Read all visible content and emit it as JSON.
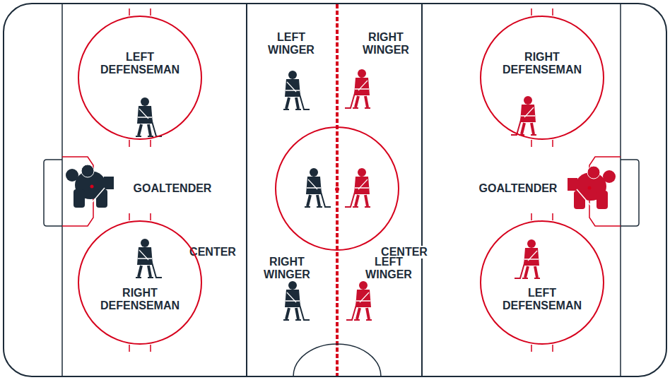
{
  "diagram": {
    "nodes": [
      {
        "text": [
          "LEFT DEFENSEMAN"
        ]
      },
      {
        "text": [
          "RIGHT DEFENSEMAN"
        ]
      },
      {
        "text": [
          "CENTER",
          "CENTER"
        ]
      },
      {
        "text": [
          "RIGHT DEFENSEMAN"
        ]
      },
      {
        "text": [
          "LEFT DEFENSEMAN"
        ]
      }
    ],
    "labels": [
      "LEFT WINGER",
      "RIGHT WINGER",
      "GOALTENDER",
      "GOALTENDER",
      "RIGHT WINGER",
      "LEFT WINGER"
    ]
  }
}
